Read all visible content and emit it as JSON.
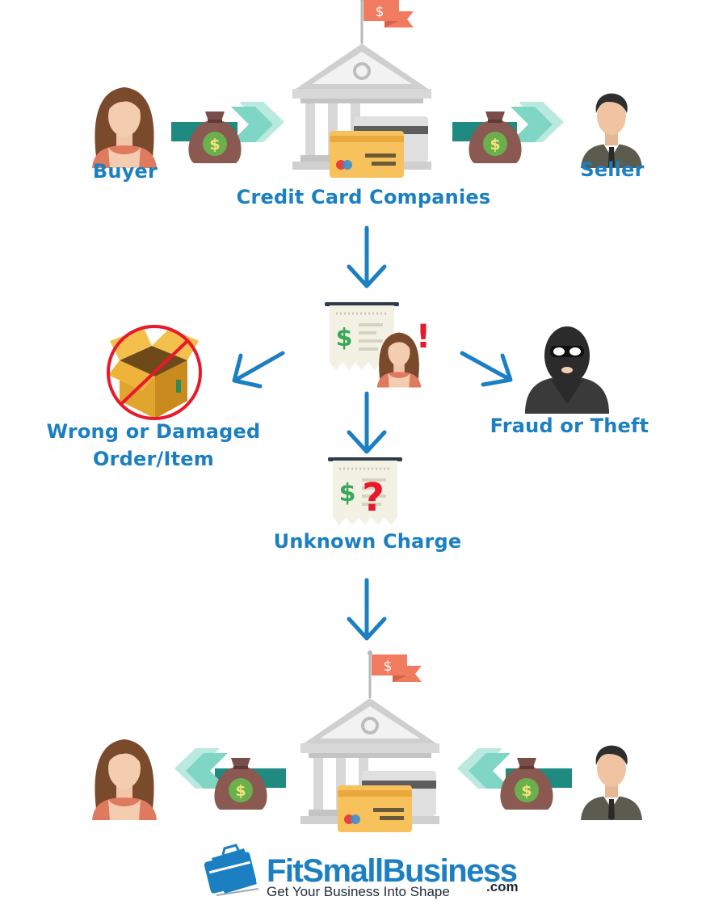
{
  "labels": {
    "buyer": "Buyer",
    "seller": "Seller",
    "credit_card_companies": "Credit Card Companies",
    "wrong_line1": "Wrong or Damaged",
    "wrong_line2": "Order/Item",
    "fraud": "Fraud or Theft",
    "unknown": "Unknown Charge"
  },
  "icon_text": {
    "flag_symbol": "$",
    "bag_symbol": "$",
    "receipt_symbol": "$",
    "alert_mark": "!",
    "question_mark": "?"
  },
  "brand": {
    "name": "FitSmallBusiness",
    "tagline": "Get Your Business Into Shape",
    "domain": ".com"
  },
  "colors": {
    "label_blue": "#1b7fc1",
    "arrow_blue": "#1b7fc1",
    "teal_dark": "#1f8a80",
    "teal_light": "#7fd6c5",
    "bag_brown": "#8a5a52",
    "money_green": "#6ab04c",
    "flag_orange": "#f07b5e",
    "card_yellow": "#f7c25b",
    "bank_gray": "#c9c9c9",
    "alert_red": "#e8192c"
  },
  "icons": [
    "bank-icon",
    "money-bag-icon",
    "buyer-avatar-icon",
    "seller-avatar-icon",
    "receipt-icon",
    "box-icon",
    "no-symbol-icon",
    "thief-icon",
    "down-arrow-icon",
    "briefcase-logo-icon"
  ]
}
